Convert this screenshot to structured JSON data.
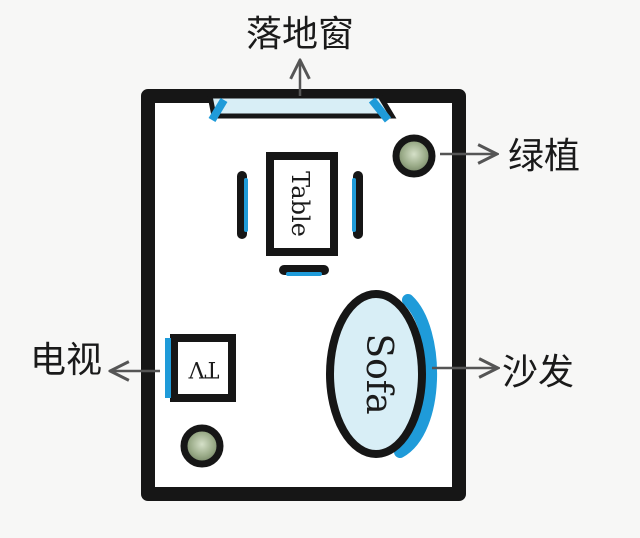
{
  "labels": {
    "window": "落地窗",
    "plant": "绿植",
    "tv": "电视",
    "sofa": "沙发"
  },
  "furniture": {
    "table": "Table",
    "tv": "TV",
    "sofa": "Sofa"
  },
  "colors": {
    "wall": "#161616",
    "accent": "#1f9bd9",
    "fill": "#d8eef6",
    "plant": "#8a9a7a",
    "background": "#f7f7f6"
  }
}
